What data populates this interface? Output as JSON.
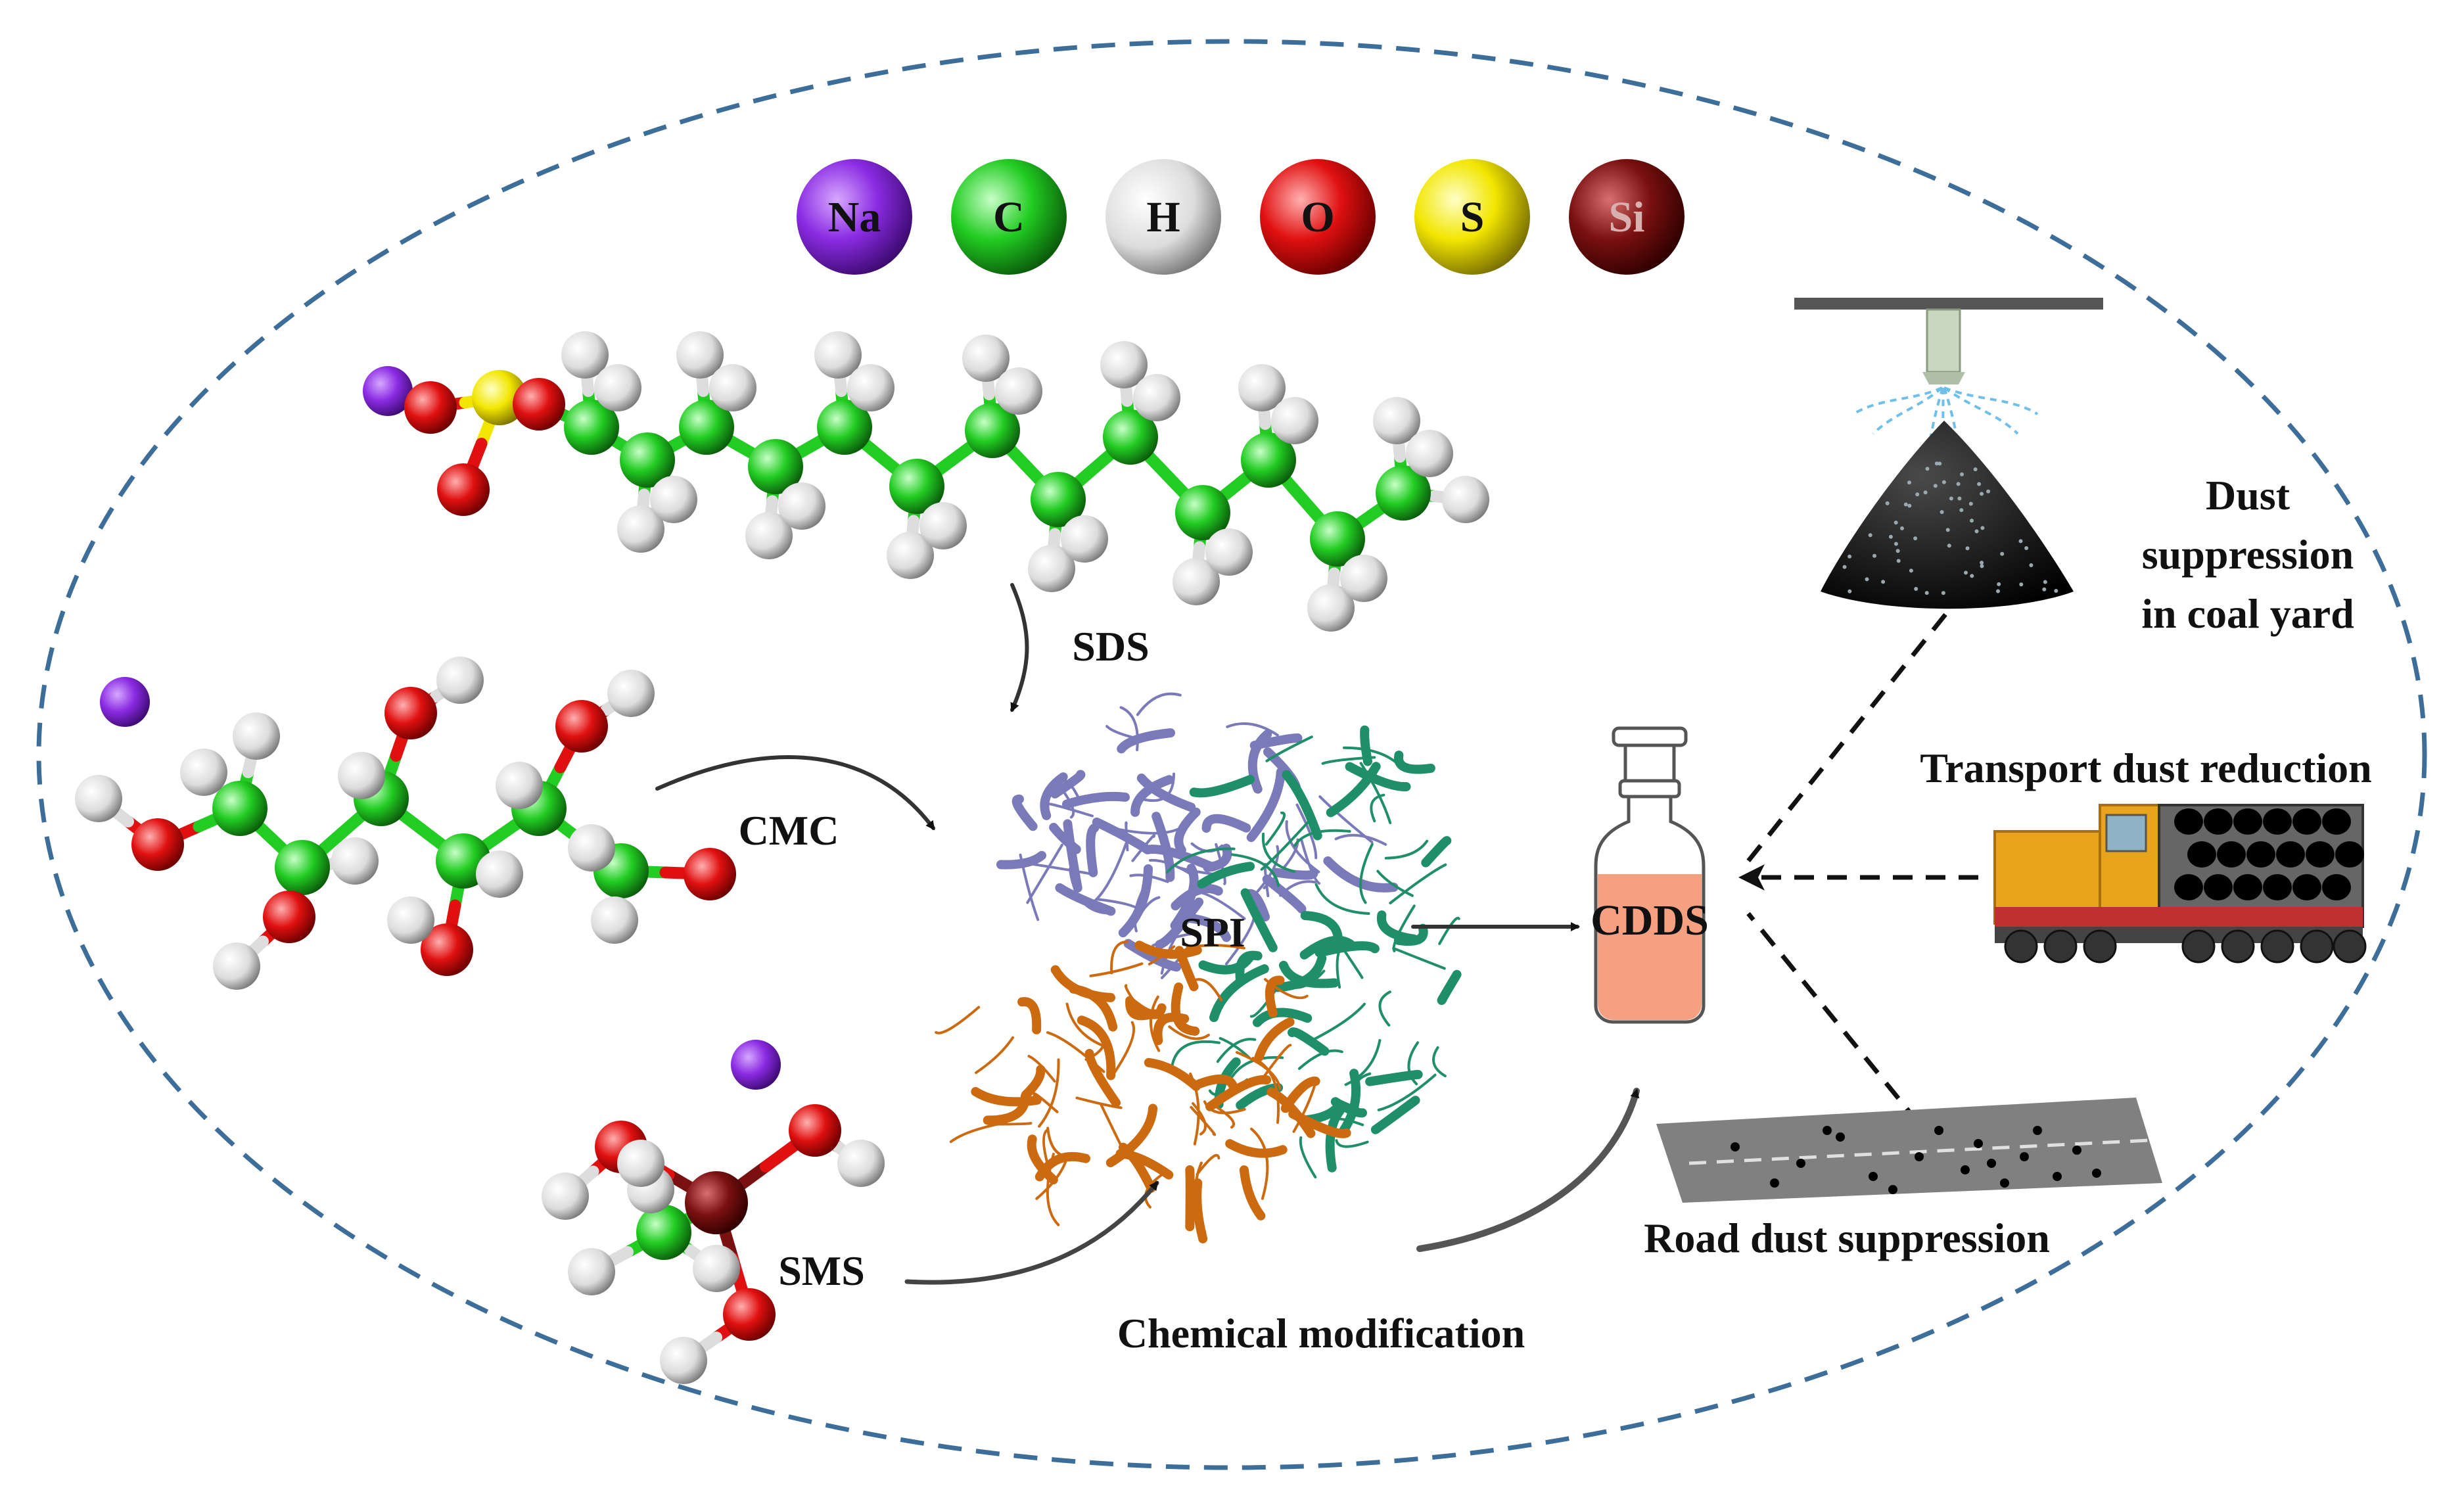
{
  "legend": [
    {
      "symbol": "Na",
      "color": "#8a2be2"
    },
    {
      "symbol": "C",
      "color": "#22cc22"
    },
    {
      "symbol": "H",
      "color": "#e6e6e6"
    },
    {
      "symbol": "O",
      "color": "#e01010"
    },
    {
      "symbol": "S",
      "color": "#f2e600"
    },
    {
      "symbol": "Si",
      "color": "#7a1010"
    }
  ],
  "molecules": {
    "sds": "SDS",
    "cmc": "CMC",
    "sms": "SMS",
    "spi": "SPI"
  },
  "product": {
    "bottle_label": "CDDS",
    "liquid_color": "#f4a081"
  },
  "process": {
    "chemical_modification": "Chemical modification"
  },
  "applications": {
    "coal_yard_line1": "Dust",
    "coal_yard_line2": "suppression",
    "coal_yard_line3": "in coal yard",
    "transport": "Transport dust reduction",
    "road": "Road dust suppression"
  },
  "colors": {
    "ellipse_border": "#3d6e99",
    "protein_purple": "#7a7ab8",
    "protein_green": "#1f8f6a",
    "protein_orange": "#cc6a10",
    "train_yellow": "#e8a51c"
  }
}
